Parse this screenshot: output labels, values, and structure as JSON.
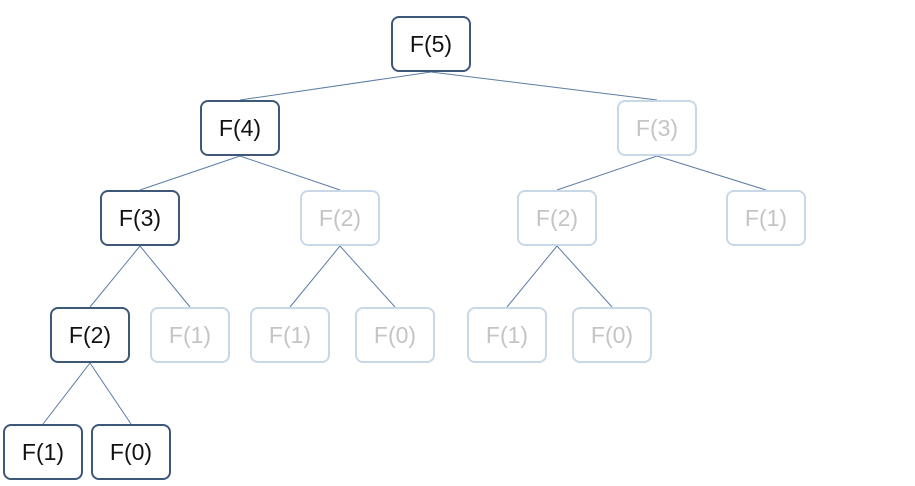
{
  "nodes": [
    {
      "id": "n1",
      "label": "F(5)",
      "state": "active"
    },
    {
      "id": "n2",
      "label": "F(4)",
      "state": "active"
    },
    {
      "id": "n3",
      "label": "F(3)",
      "state": "faded"
    },
    {
      "id": "n4",
      "label": "F(3)",
      "state": "active"
    },
    {
      "id": "n5",
      "label": "F(2)",
      "state": "faded"
    },
    {
      "id": "n6",
      "label": "F(2)",
      "state": "faded"
    },
    {
      "id": "n7",
      "label": "F(1)",
      "state": "faded"
    },
    {
      "id": "n8",
      "label": "F(2)",
      "state": "active"
    },
    {
      "id": "n9",
      "label": "F(1)",
      "state": "faded"
    },
    {
      "id": "n10",
      "label": "F(1)",
      "state": "faded"
    },
    {
      "id": "n11",
      "label": "F(0)",
      "state": "faded"
    },
    {
      "id": "n12",
      "label": "F(1)",
      "state": "faded"
    },
    {
      "id": "n13",
      "label": "F(0)",
      "state": "faded"
    },
    {
      "id": "n14",
      "label": "F(1)",
      "state": "active"
    },
    {
      "id": "n15",
      "label": "F(0)",
      "state": "active"
    }
  ],
  "edges": [
    [
      "n1",
      "n2"
    ],
    [
      "n1",
      "n3"
    ],
    [
      "n2",
      "n4"
    ],
    [
      "n2",
      "n5"
    ],
    [
      "n3",
      "n6"
    ],
    [
      "n3",
      "n7"
    ],
    [
      "n4",
      "n8"
    ],
    [
      "n4",
      "n9"
    ],
    [
      "n5",
      "n10"
    ],
    [
      "n5",
      "n11"
    ],
    [
      "n6",
      "n12"
    ],
    [
      "n6",
      "n13"
    ],
    [
      "n8",
      "n14"
    ],
    [
      "n8",
      "n15"
    ]
  ],
  "colors": {
    "active_border": "#3e5878",
    "faded_border": "#c9d8e8",
    "active_text": "#111111",
    "faded_text": "#c4c4c4",
    "edge": "#5b7da6"
  }
}
